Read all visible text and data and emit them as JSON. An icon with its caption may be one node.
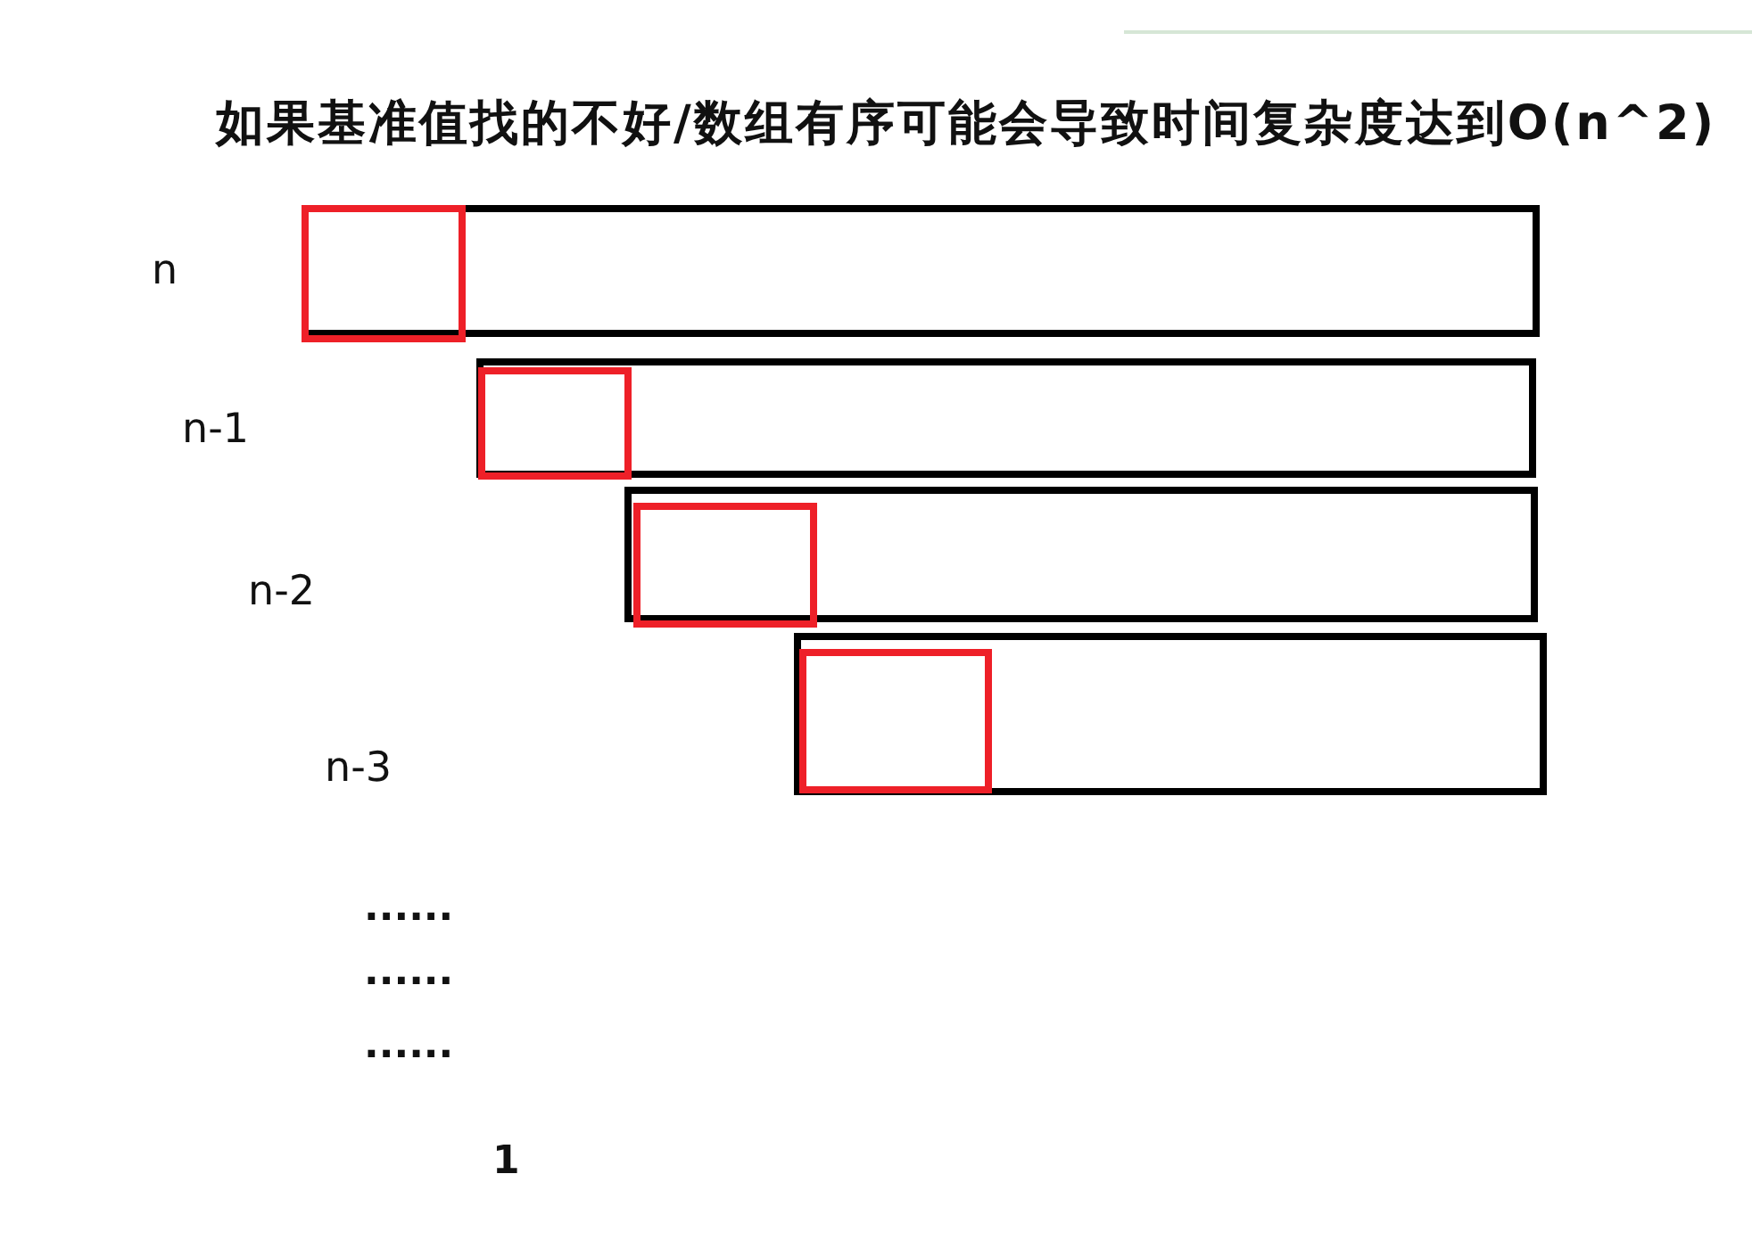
{
  "diagram": {
    "title": "如果基准值找的不好/数组有序可能会导致时间复杂度达到O(n^2)",
    "nodes": [
      {
        "text": [],
        "shape": "box"
      },
      {
        "text": [],
        "shape": "box",
        "in": 0
      },
      {
        "text": [],
        "shape": "box"
      },
      {
        "text": [],
        "shape": "box",
        "in": 2
      },
      {
        "text": [],
        "shape": "box"
      },
      {
        "text": [],
        "shape": "box",
        "in": 4
      },
      {
        "text": [],
        "shape": "box"
      },
      {
        "text": [],
        "shape": "box",
        "in": 6
      }
    ],
    "labels": [
      "n",
      "n-1",
      "n-2",
      "n-3",
      "......",
      "......",
      "......",
      "1"
    ]
  }
}
